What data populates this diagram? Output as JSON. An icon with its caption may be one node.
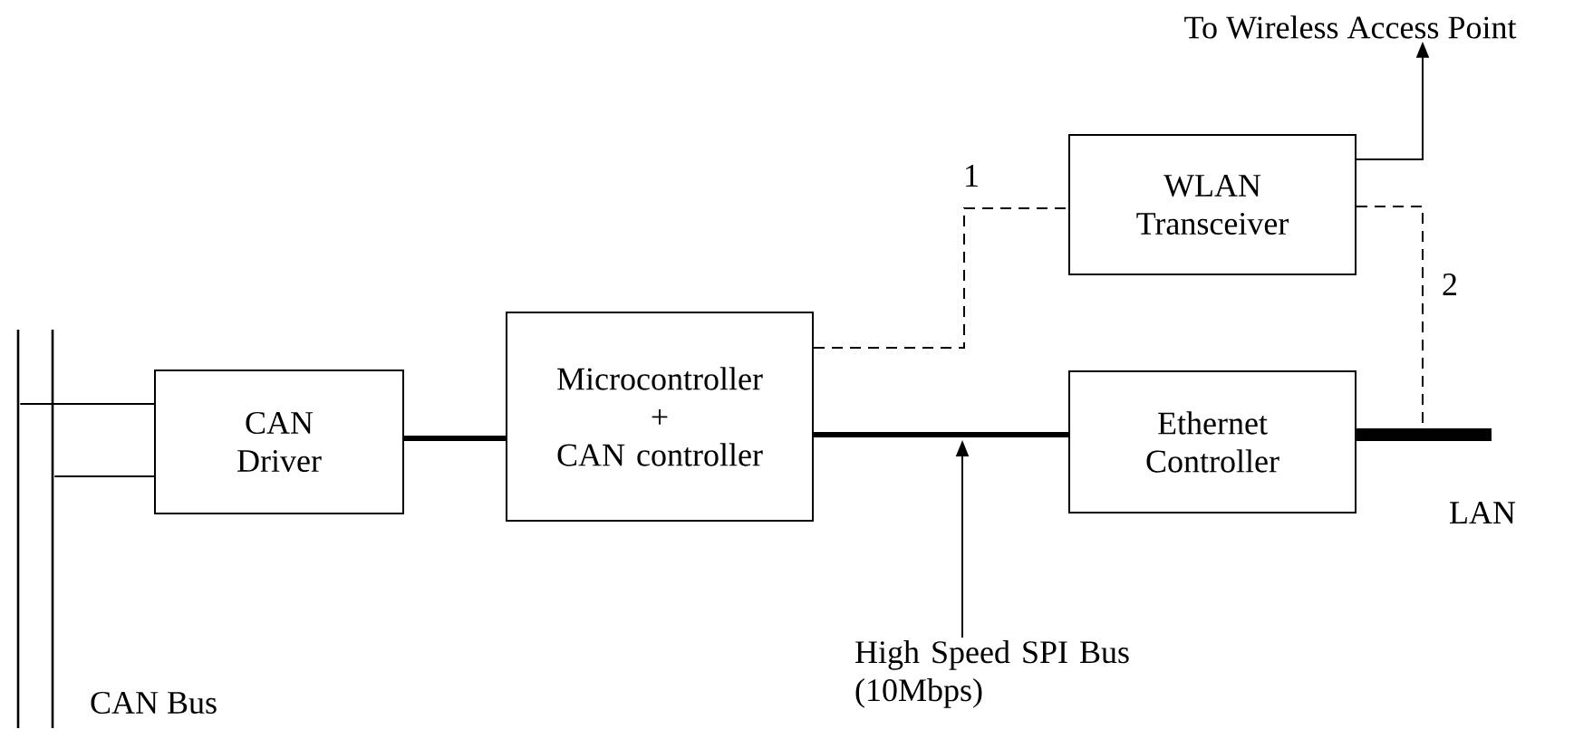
{
  "diagram": {
    "nodes": [
      {
        "text": [],
        "shape": "bar"
      },
      {
        "text": [],
        "shape": "bar"
      },
      {
        "text": [
          "CAN Driver"
        ]
      },
      {
        "text": [
          "Microcontroller + CAN controller"
        ]
      },
      {
        "text": [
          "WLAN Transceiver"
        ]
      },
      {
        "text": [
          "Ethernet Controller"
        ]
      },
      {
        "text": [
          "To Wireless Access Point"
        ]
      },
      {
        "text": [
          "High Speed SPI Bus (10Mbps)"
        ]
      }
    ],
    "edges": [
      {
        "from": 0,
        "to": 2,
        "arrow": "none"
      },
      {
        "from": 1,
        "to": 2,
        "arrow": "none"
      },
      {
        "from": 2,
        "to": 3,
        "arrow": "none",
        "style": "thick"
      },
      {
        "from": 3,
        "to": 5,
        "arrow": "none",
        "style": "thick"
      },
      {
        "from": 3,
        "to": 4,
        "arrow": "none",
        "style": "dashed",
        "label": "1"
      },
      {
        "from": 4,
        "to": 6,
        "arrow": "to"
      },
      {
        "from": 4,
        "to": null,
        "arrow": "none",
        "style": "dashed",
        "label": "2"
      },
      {
        "from": 7,
        "to": null,
        "arrow": "to"
      },
      {
        "from": 5,
        "to": null,
        "arrow": "none",
        "style": "thick"
      }
    ],
    "labels": [
      "LAN",
      "CAN Bus"
    ]
  }
}
